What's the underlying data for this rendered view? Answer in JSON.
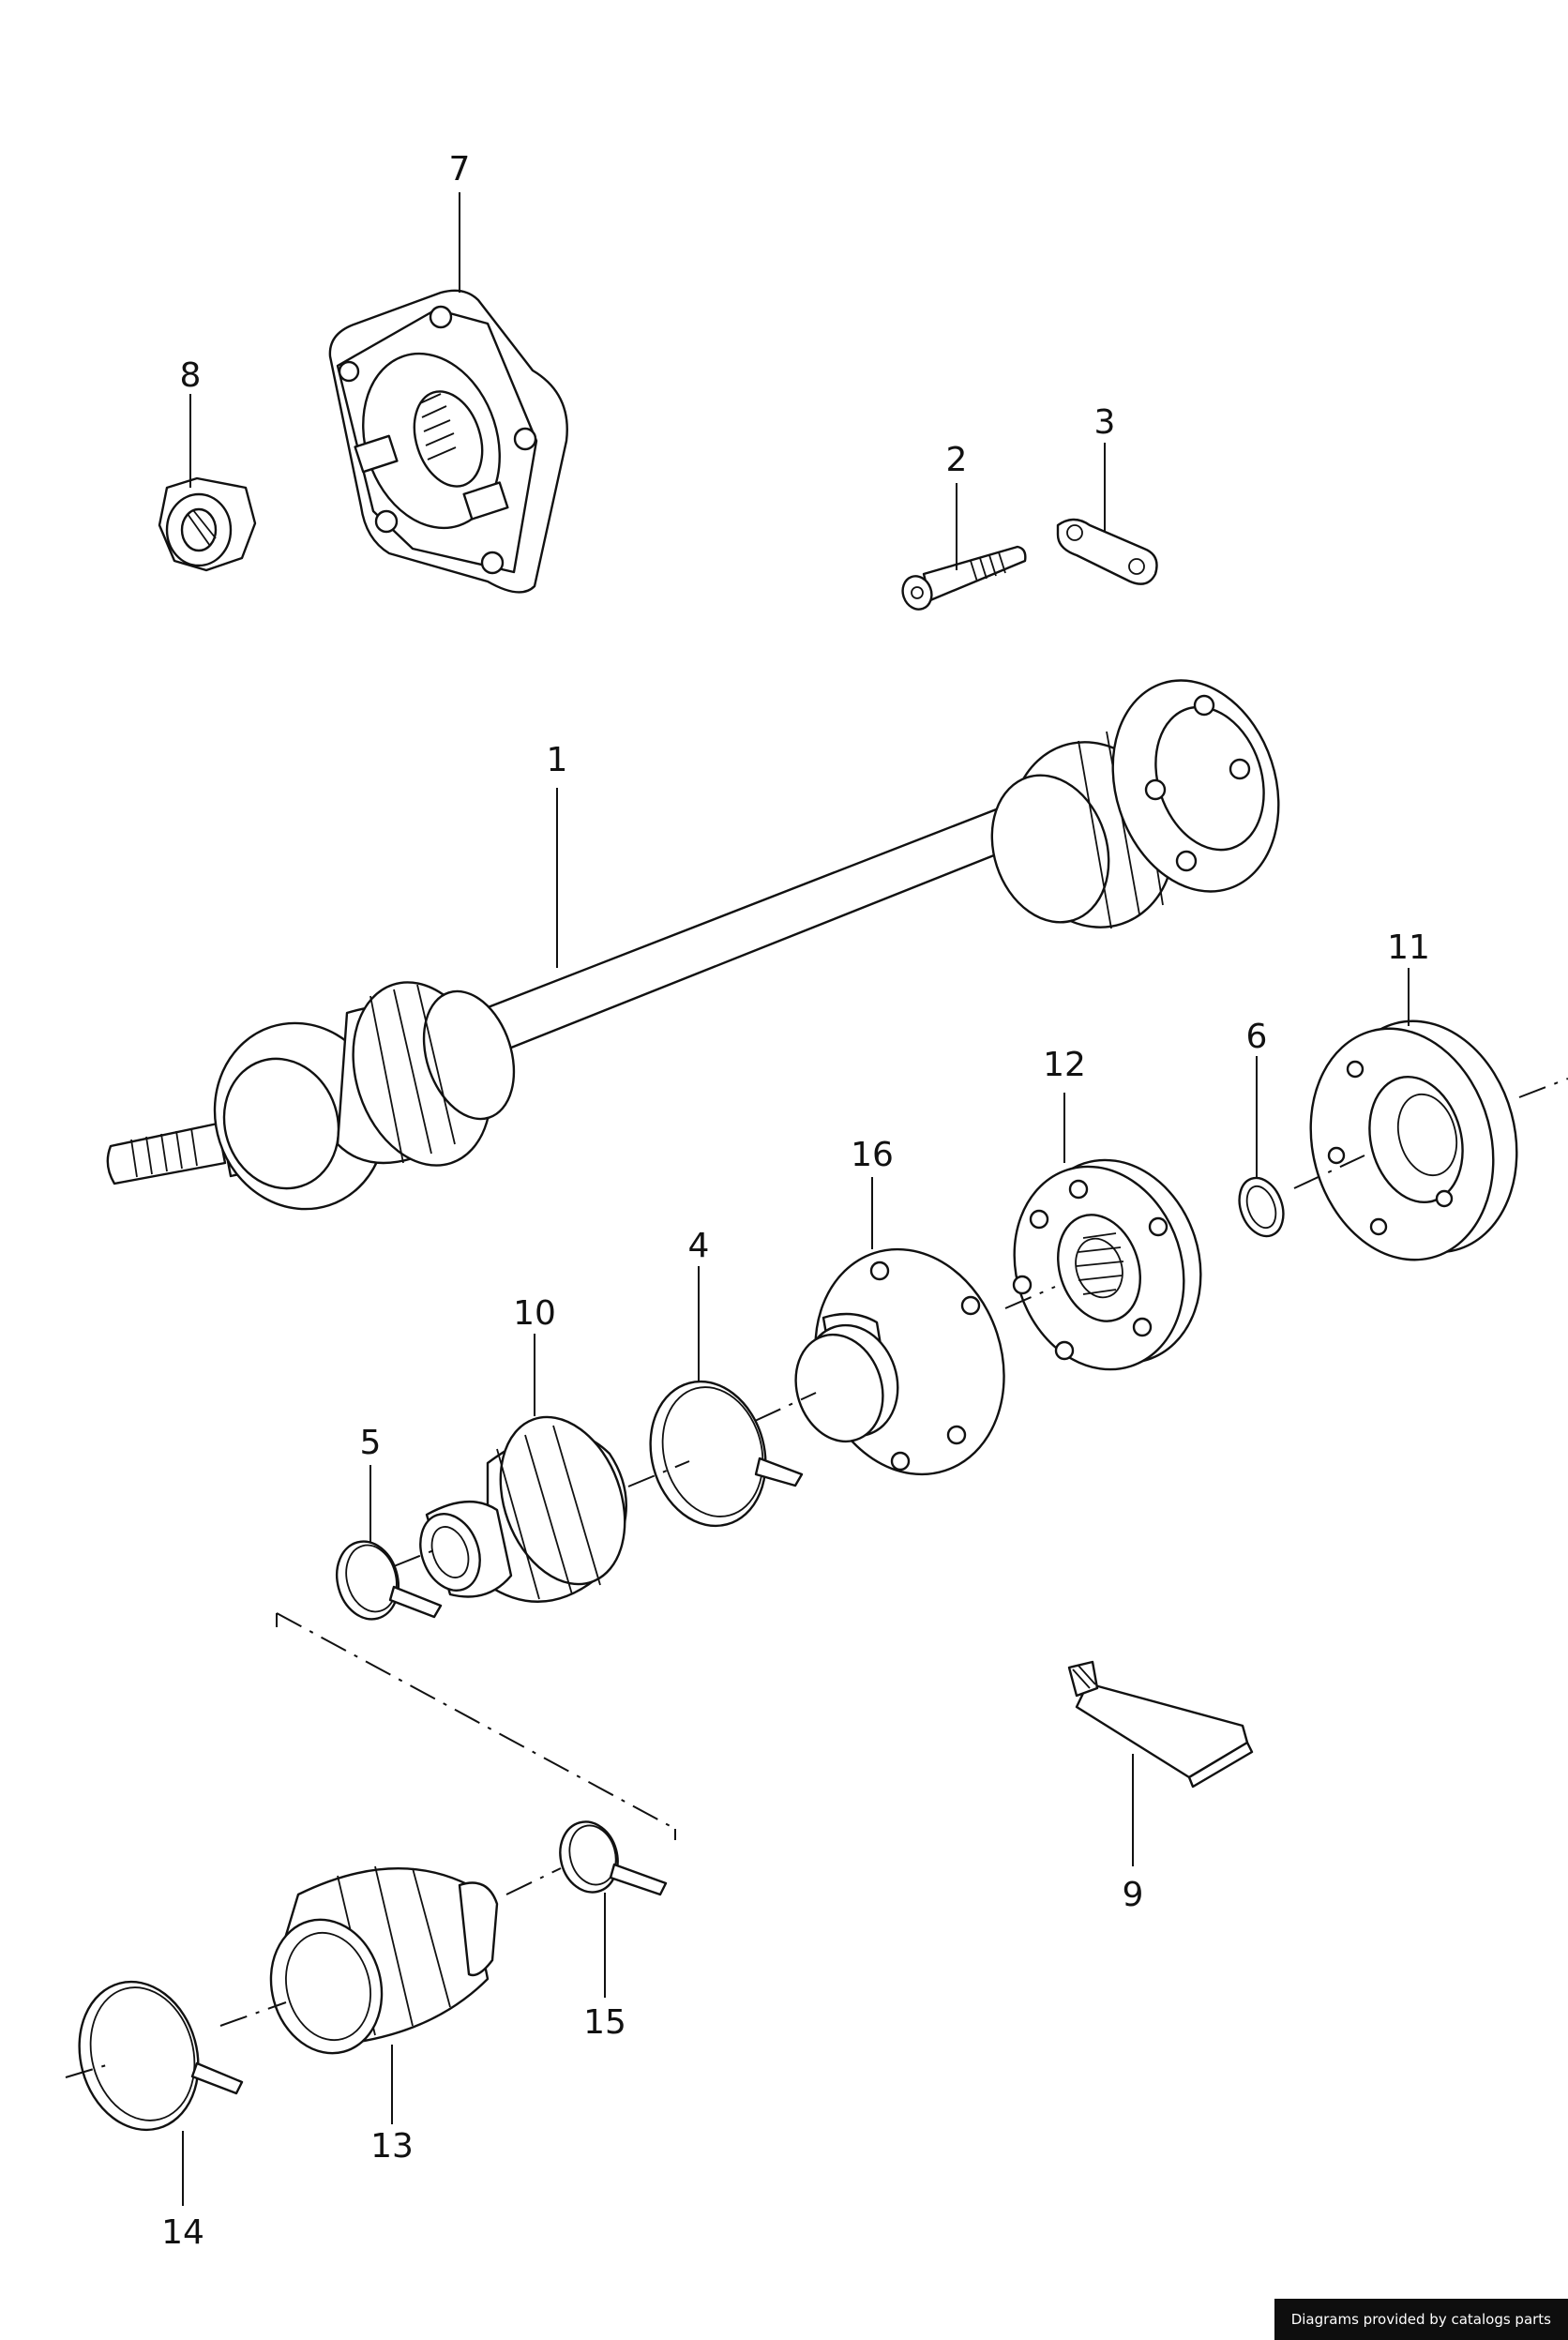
{
  "diagram": {
    "callouts": [
      "1",
      "2",
      "3",
      "4",
      "5",
      "6",
      "7",
      "8",
      "9",
      "10",
      "11",
      "12",
      "13",
      "14",
      "15",
      "16"
    ],
    "credit": "Diagrams provided by catalogs parts"
  }
}
